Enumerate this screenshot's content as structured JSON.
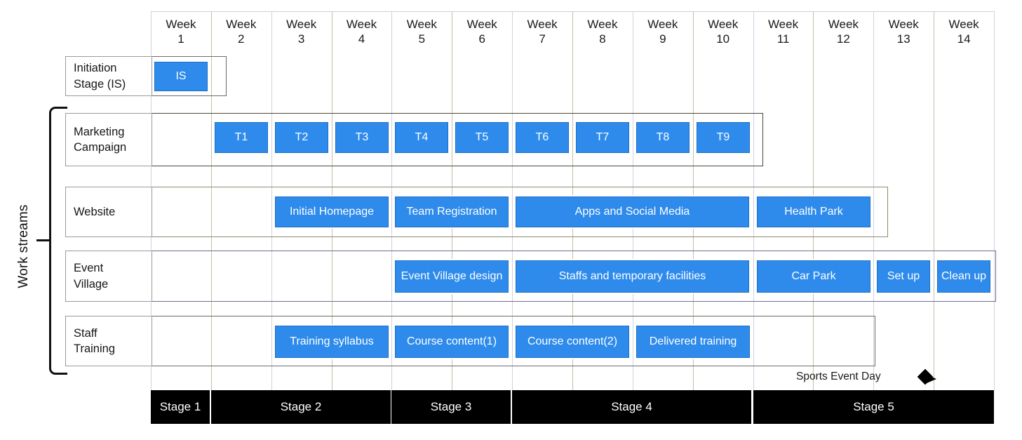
{
  "axis_label": "Work streams",
  "weeks": [
    {
      "line1": "Week",
      "line2": "1"
    },
    {
      "line1": "Week",
      "line2": "2"
    },
    {
      "line1": "Week",
      "line2": "3"
    },
    {
      "line1": "Week",
      "line2": "4"
    },
    {
      "line1": "Week",
      "line2": "5"
    },
    {
      "line1": "Week",
      "line2": "6"
    },
    {
      "line1": "Week",
      "line2": "7"
    },
    {
      "line1": "Week",
      "line2": "8"
    },
    {
      "line1": "Week",
      "line2": "9"
    },
    {
      "line1": "Week",
      "line2": "10"
    },
    {
      "line1": "Week",
      "line2": "11"
    },
    {
      "line1": "Week",
      "line2": "12"
    },
    {
      "line1": "Week",
      "line2": "13"
    },
    {
      "line1": "Week",
      "line2": "14"
    }
  ],
  "rows": [
    {
      "id": "initiation",
      "label_line1": "Initiation",
      "label_line2": "Stage (IS)"
    },
    {
      "id": "marketing",
      "label_line1": "Marketing",
      "label_line2": "Campaign"
    },
    {
      "id": "website",
      "label_line1": "Website",
      "label_line2": ""
    },
    {
      "id": "event-village",
      "label_line1": "Event",
      "label_line2": "Village"
    },
    {
      "id": "staff-training",
      "label_line1": "Staff",
      "label_line2": "Training"
    }
  ],
  "stages": [
    {
      "label": "Stage 1"
    },
    {
      "label": "Stage 2"
    },
    {
      "label": "Stage 3"
    },
    {
      "label": "Stage 4"
    },
    {
      "label": "Stage 5"
    }
  ],
  "milestone": {
    "label": "Sports Event Day"
  },
  "colors": {
    "bar_fill": "#2e8bec",
    "bar_border": "#1c6fc4",
    "stage_fill": "#000000",
    "grid": "#b9b39a"
  },
  "chart_data": {
    "type": "bar",
    "title": "",
    "xlabel": "",
    "ylabel": "Work streams",
    "x": [
      "Week 1",
      "Week 2",
      "Week 3",
      "Week 4",
      "Week 5",
      "Week 6",
      "Week 7",
      "Week 8",
      "Week 9",
      "Week 10",
      "Week 11",
      "Week 12",
      "Week 13",
      "Week 14"
    ],
    "xlim": [
      1,
      15
    ],
    "grid": true,
    "legend": "none",
    "series": [
      {
        "name": "Initiation Stage (IS)",
        "tasks": [
          {
            "label": "IS",
            "start_week": 1,
            "end_week": 1
          }
        ]
      },
      {
        "name": "Marketing Campaign",
        "tasks": [
          {
            "label": "T1",
            "start_week": 2,
            "end_week": 2
          },
          {
            "label": "T2",
            "start_week": 3,
            "end_week": 3
          },
          {
            "label": "T3",
            "start_week": 4,
            "end_week": 4
          },
          {
            "label": "T4",
            "start_week": 5,
            "end_week": 5
          },
          {
            "label": "T5",
            "start_week": 6,
            "end_week": 6
          },
          {
            "label": "T6",
            "start_week": 7,
            "end_week": 7
          },
          {
            "label": "T7",
            "start_week": 8,
            "end_week": 8
          },
          {
            "label": "T8",
            "start_week": 9,
            "end_week": 9
          },
          {
            "label": "T9",
            "start_week": 10,
            "end_week": 10
          }
        ]
      },
      {
        "name": "Website",
        "tasks": [
          {
            "label": "Initial Homepage",
            "start_week": 3,
            "end_week": 4
          },
          {
            "label": "Team Registration",
            "start_week": 5,
            "end_week": 6
          },
          {
            "label": "Apps and Social Media",
            "start_week": 7,
            "end_week": 10
          },
          {
            "label": "Health Park",
            "start_week": 11,
            "end_week": 12
          }
        ]
      },
      {
        "name": "Event Village",
        "tasks": [
          {
            "label": "Event Village design",
            "start_week": 5,
            "end_week": 6
          },
          {
            "label": "Staffs and temporary facilities",
            "start_week": 7,
            "end_week": 10
          },
          {
            "label": "Car Park",
            "start_week": 11,
            "end_week": 12
          },
          {
            "label": "Set up",
            "start_week": 13,
            "end_week": 13
          },
          {
            "label": "Clean up",
            "start_week": 14,
            "end_week": 14
          }
        ]
      },
      {
        "name": "Staff Training",
        "tasks": [
          {
            "label": "Training syllabus",
            "start_week": 3,
            "end_week": 4
          },
          {
            "label": "Course content(1)",
            "start_week": 5,
            "end_week": 6
          },
          {
            "label": "Course content(2)",
            "start_week": 7,
            "end_week": 8
          },
          {
            "label": "Delivered training",
            "start_week": 9,
            "end_week": 10
          }
        ]
      }
    ],
    "stages": [
      {
        "label": "Stage 1",
        "start_week": 1,
        "end_week": 1
      },
      {
        "label": "Stage 2",
        "start_week": 2,
        "end_week": 4
      },
      {
        "label": "Stage 3",
        "start_week": 5,
        "end_week": 6
      },
      {
        "label": "Stage 4",
        "start_week": 7,
        "end_week": 10
      },
      {
        "label": "Stage 5",
        "start_week": 11,
        "end_week": 14
      }
    ],
    "milestones": [
      {
        "label": "Sports Event Day",
        "week": 13.9
      }
    ]
  }
}
